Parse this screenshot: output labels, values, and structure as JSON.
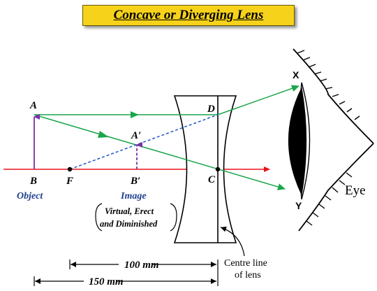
{
  "title": "Concave or Diverging Lens",
  "labels": {
    "A": "A",
    "B": "B",
    "A_prime": "A′",
    "B_prime": "B′",
    "F": "F",
    "C": "C",
    "D": "D",
    "X": "X",
    "Y": "Y",
    "object": "Object",
    "image": "Image",
    "eye": "Eye"
  },
  "image_note": [
    "Virtual, Erect",
    "and Diminished"
  ],
  "centre_line_note": [
    "Centre line",
    "of lens"
  ],
  "dimensions": {
    "focal_distance": "100 mm",
    "object_distance": "150 mm"
  },
  "colors": {
    "principal_axis": "#e8141b",
    "rays": "#1aa64a",
    "virtual_ray": "#1f56c9",
    "object_arrow": "#7a2fa6",
    "image_arrow": "#7a2fa6",
    "title_bg": "#f6d21a"
  }
}
